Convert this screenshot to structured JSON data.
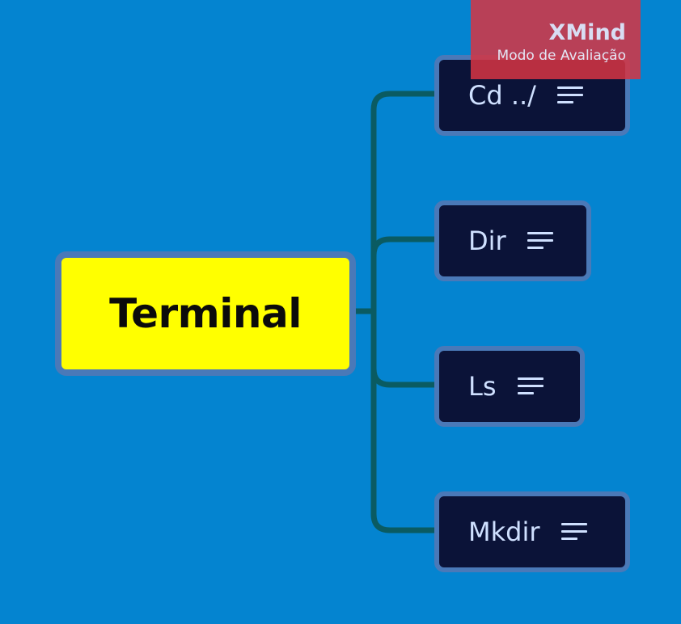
{
  "mindmap": {
    "central": {
      "label": "Terminal"
    },
    "topics": [
      {
        "label": "Cd ../",
        "icon": "notes-icon"
      },
      {
        "label": "Dir",
        "icon": "notes-icon"
      },
      {
        "label": "Ls",
        "icon": "notes-icon"
      },
      {
        "label": "Mkdir",
        "icon": "notes-icon"
      }
    ]
  },
  "watermark": {
    "title": "XMind",
    "subtitle": "Modo de Avaliação"
  },
  "colors": {
    "background": "#0484d0",
    "central_fill": "#ffff00",
    "topic_fill": "#0b1338",
    "topic_border": "#4a79b8",
    "connector": "#0a5b62",
    "watermark": "#d63442"
  }
}
